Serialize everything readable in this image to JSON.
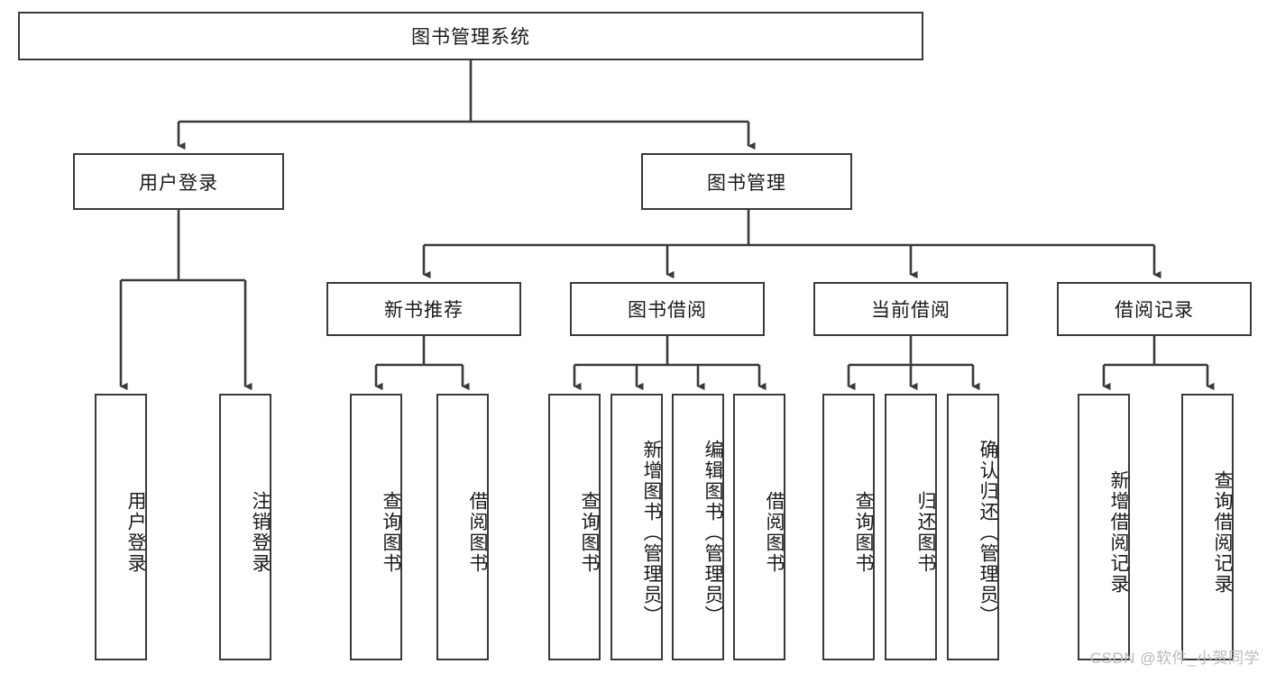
{
  "diagram": {
    "type": "tree-flowchart",
    "title": "图书管理系统",
    "orientation": "top-down",
    "colors": {
      "node_border": "#3a3a3a",
      "node_fill": "#ffffff",
      "connector": "#3a3a3a",
      "text": "#1a1a1a",
      "watermark": "#b9b9b9",
      "background": "#ffffff"
    },
    "root": {
      "label": "图书管理系统"
    },
    "level2": [
      {
        "id": "user-login",
        "label": "用户登录"
      },
      {
        "id": "book-manage",
        "label": "图书管理"
      }
    ],
    "level3": [
      {
        "id": "new-book-recommend",
        "label": "新书推荐",
        "parent": "book-manage"
      },
      {
        "id": "book-borrow",
        "label": "图书借阅",
        "parent": "book-manage"
      },
      {
        "id": "current-borrow",
        "label": "当前借阅",
        "parent": "book-manage"
      },
      {
        "id": "borrow-record",
        "label": "借阅记录",
        "parent": "book-manage"
      }
    ],
    "leaves": {
      "user-login": [
        {
          "id": "leaf-user-login",
          "label": "用户登录"
        },
        {
          "id": "leaf-logout-login",
          "label": "注销登录"
        }
      ],
      "new-book-recommend": [
        {
          "id": "leaf-query-book-1",
          "label": "查询图书"
        },
        {
          "id": "leaf-borrow-book-1",
          "label": "借阅图书"
        }
      ],
      "book-borrow": [
        {
          "id": "leaf-query-book-2",
          "label": "查询图书"
        },
        {
          "id": "leaf-add-book",
          "label": "新增图书（管理员）"
        },
        {
          "id": "leaf-edit-book",
          "label": "编辑图书（管理员）"
        },
        {
          "id": "leaf-borrow-book-2",
          "label": "借阅图书"
        }
      ],
      "current-borrow": [
        {
          "id": "leaf-query-book-3",
          "label": "查询图书"
        },
        {
          "id": "leaf-return-book",
          "label": "归还图书"
        },
        {
          "id": "leaf-confirm-return",
          "label": "确认归还（管理员）"
        }
      ],
      "borrow-record": [
        {
          "id": "leaf-add-record",
          "label": "新增借阅记录"
        },
        {
          "id": "leaf-query-record",
          "label": "查询借阅记录"
        }
      ]
    }
  },
  "watermark": {
    "text": "CSDN @软件_小贺同学"
  }
}
